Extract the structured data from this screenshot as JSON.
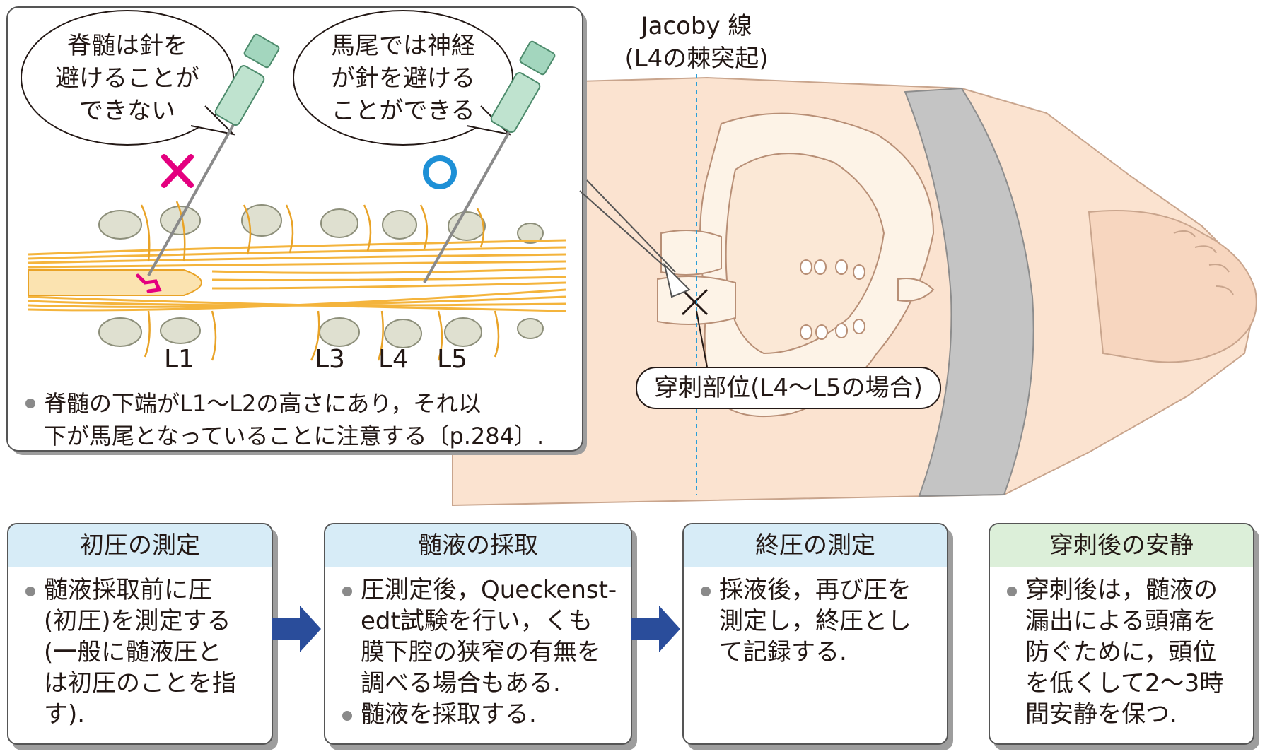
{
  "bubbles": {
    "left": [
      "脊髄は針を",
      "避けることが",
      "できない"
    ],
    "right": [
      "馬尾では神経",
      "が針を避ける",
      "ことができる"
    ]
  },
  "vertebra_labels": [
    "L1",
    "L3",
    "L4",
    "L5"
  ],
  "note": [
    "脊髄の下端がL1〜L2の高さにあり，それ以",
    "下が馬尾となっていることに注意する〔p.284〕."
  ],
  "jacoby": [
    "Jacoby 線",
    "(L4の棘突起)"
  ],
  "puncture_label": "穿刺部位(L4〜L5の場合)",
  "colors": {
    "wrong_mark": "#e4007f",
    "right_mark": "#1e90d6",
    "step_header_blue": "#d7ecf7",
    "step_header_green": "#dcefd9",
    "flow_arrow": "#2a4d9b",
    "nerve": "#f4b43c",
    "skin": "#fbe3d0"
  },
  "steps": [
    {
      "title": "初圧の測定",
      "items": [
        [
          "髄液採取前に圧",
          "(初圧)を測定する",
          "(一般に髄液圧と",
          "は初圧のことを指",
          "す)."
        ]
      ]
    },
    {
      "title": "髄液の採取",
      "items": [
        [
          "圧測定後，Queckenst-",
          "edt試験を行い，くも",
          "膜下腔の狭窄の有無を",
          "調べる場合もある."
        ],
        [
          "髄液を採取する."
        ]
      ]
    },
    {
      "title": "終圧の測定",
      "items": [
        [
          "採液後，再び圧を",
          "測定し，終圧とし",
          "て記録する."
        ]
      ]
    },
    {
      "title": "穿刺後の安静",
      "items": [
        [
          "穿刺後は，髄液の",
          "漏出による頭痛を",
          "防ぐために，頭位",
          "を低くして2〜3時",
          "間安静を保つ."
        ]
      ]
    }
  ]
}
